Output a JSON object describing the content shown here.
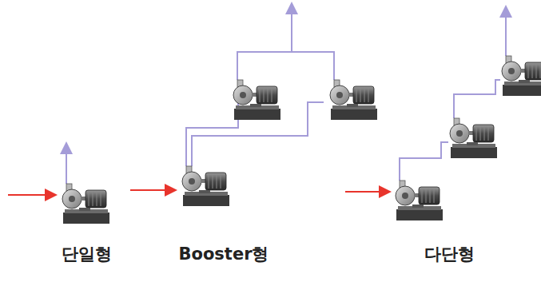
{
  "diagram": {
    "labels": [
      "단일형",
      "Booster형",
      "다단형"
    ]
  }
}
